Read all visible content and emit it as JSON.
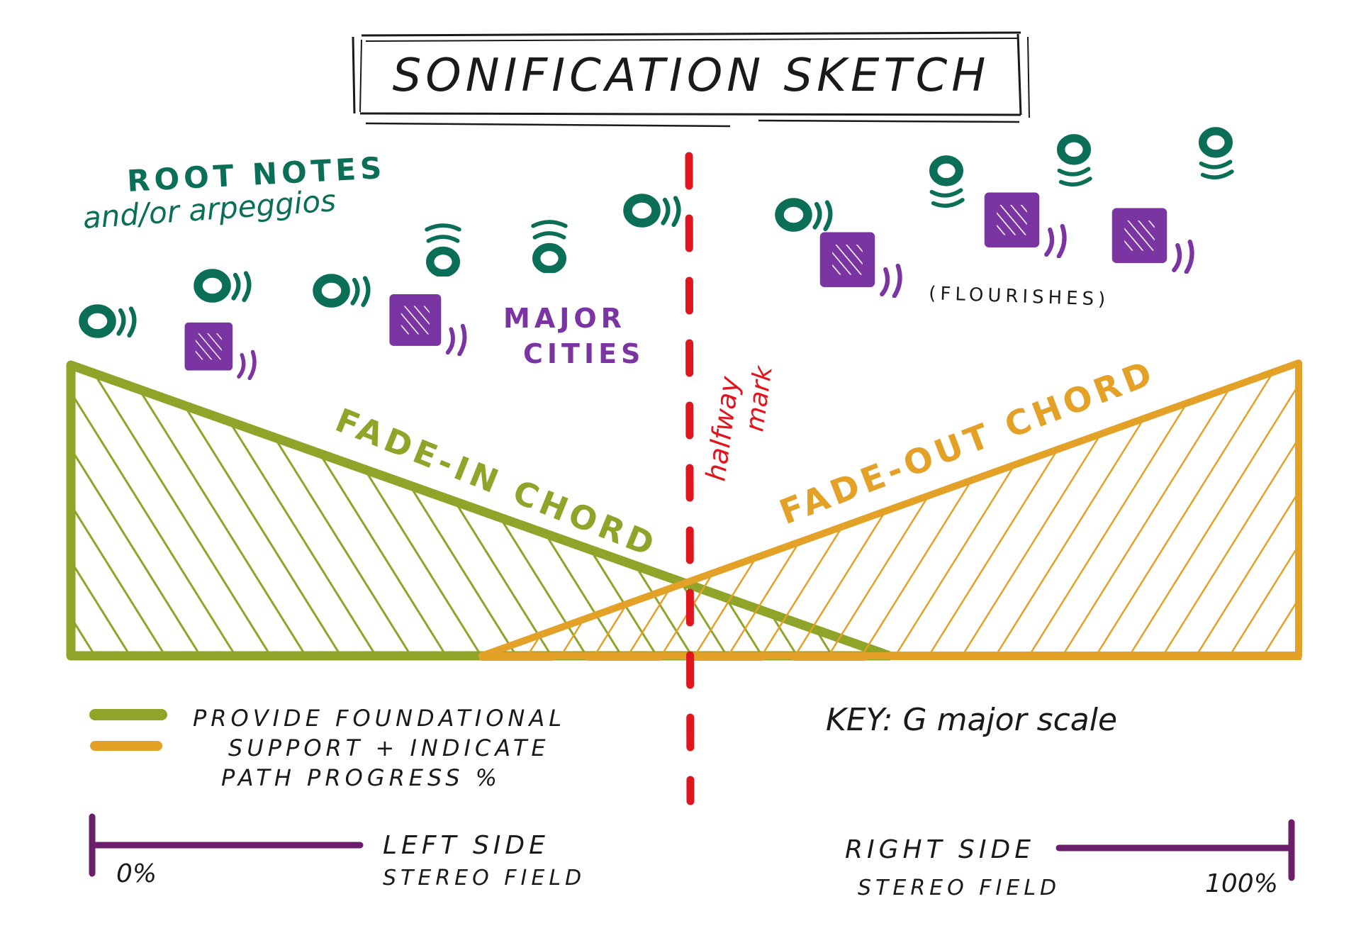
{
  "title": "SONIFICATION SKETCH",
  "labels": {
    "root_notes_line1": "ROOT NOTES",
    "root_notes_line2": "and/or arpeggios",
    "major_cities_line1": "MAJOR",
    "major_cities_line2": "CITIES",
    "flourishes": "(FLOURISHES)",
    "halfway_line1": "halfway",
    "halfway_line2": "mark",
    "fade_in": "FADE-IN CHORD",
    "fade_out": "FADE-OUT CHORD"
  },
  "legend": {
    "line1": "PROVIDE FOUNDATIONAL",
    "line2": "SUPPORT + INDICATE",
    "line3": "PATH PROGRESS %"
  },
  "key": "KEY: G major scale",
  "stereo": {
    "left_label": "LEFT SIDE",
    "left_sub": "STEREO FIELD",
    "left_pct": "0%",
    "right_label": "RIGHT SIDE",
    "right_sub": "STEREO FIELD",
    "right_pct": "100%"
  },
  "colors": {
    "ink": "#1a1a1a",
    "green": "#8ea52a",
    "orange": "#e3a127",
    "teal": "#0b6f57",
    "purple": "#7a35a3",
    "red": "#e0161f",
    "stereo_bar": "#6b1e6b"
  },
  "icons": {
    "note": "sound-note-icon",
    "city": "city-square-icon"
  }
}
